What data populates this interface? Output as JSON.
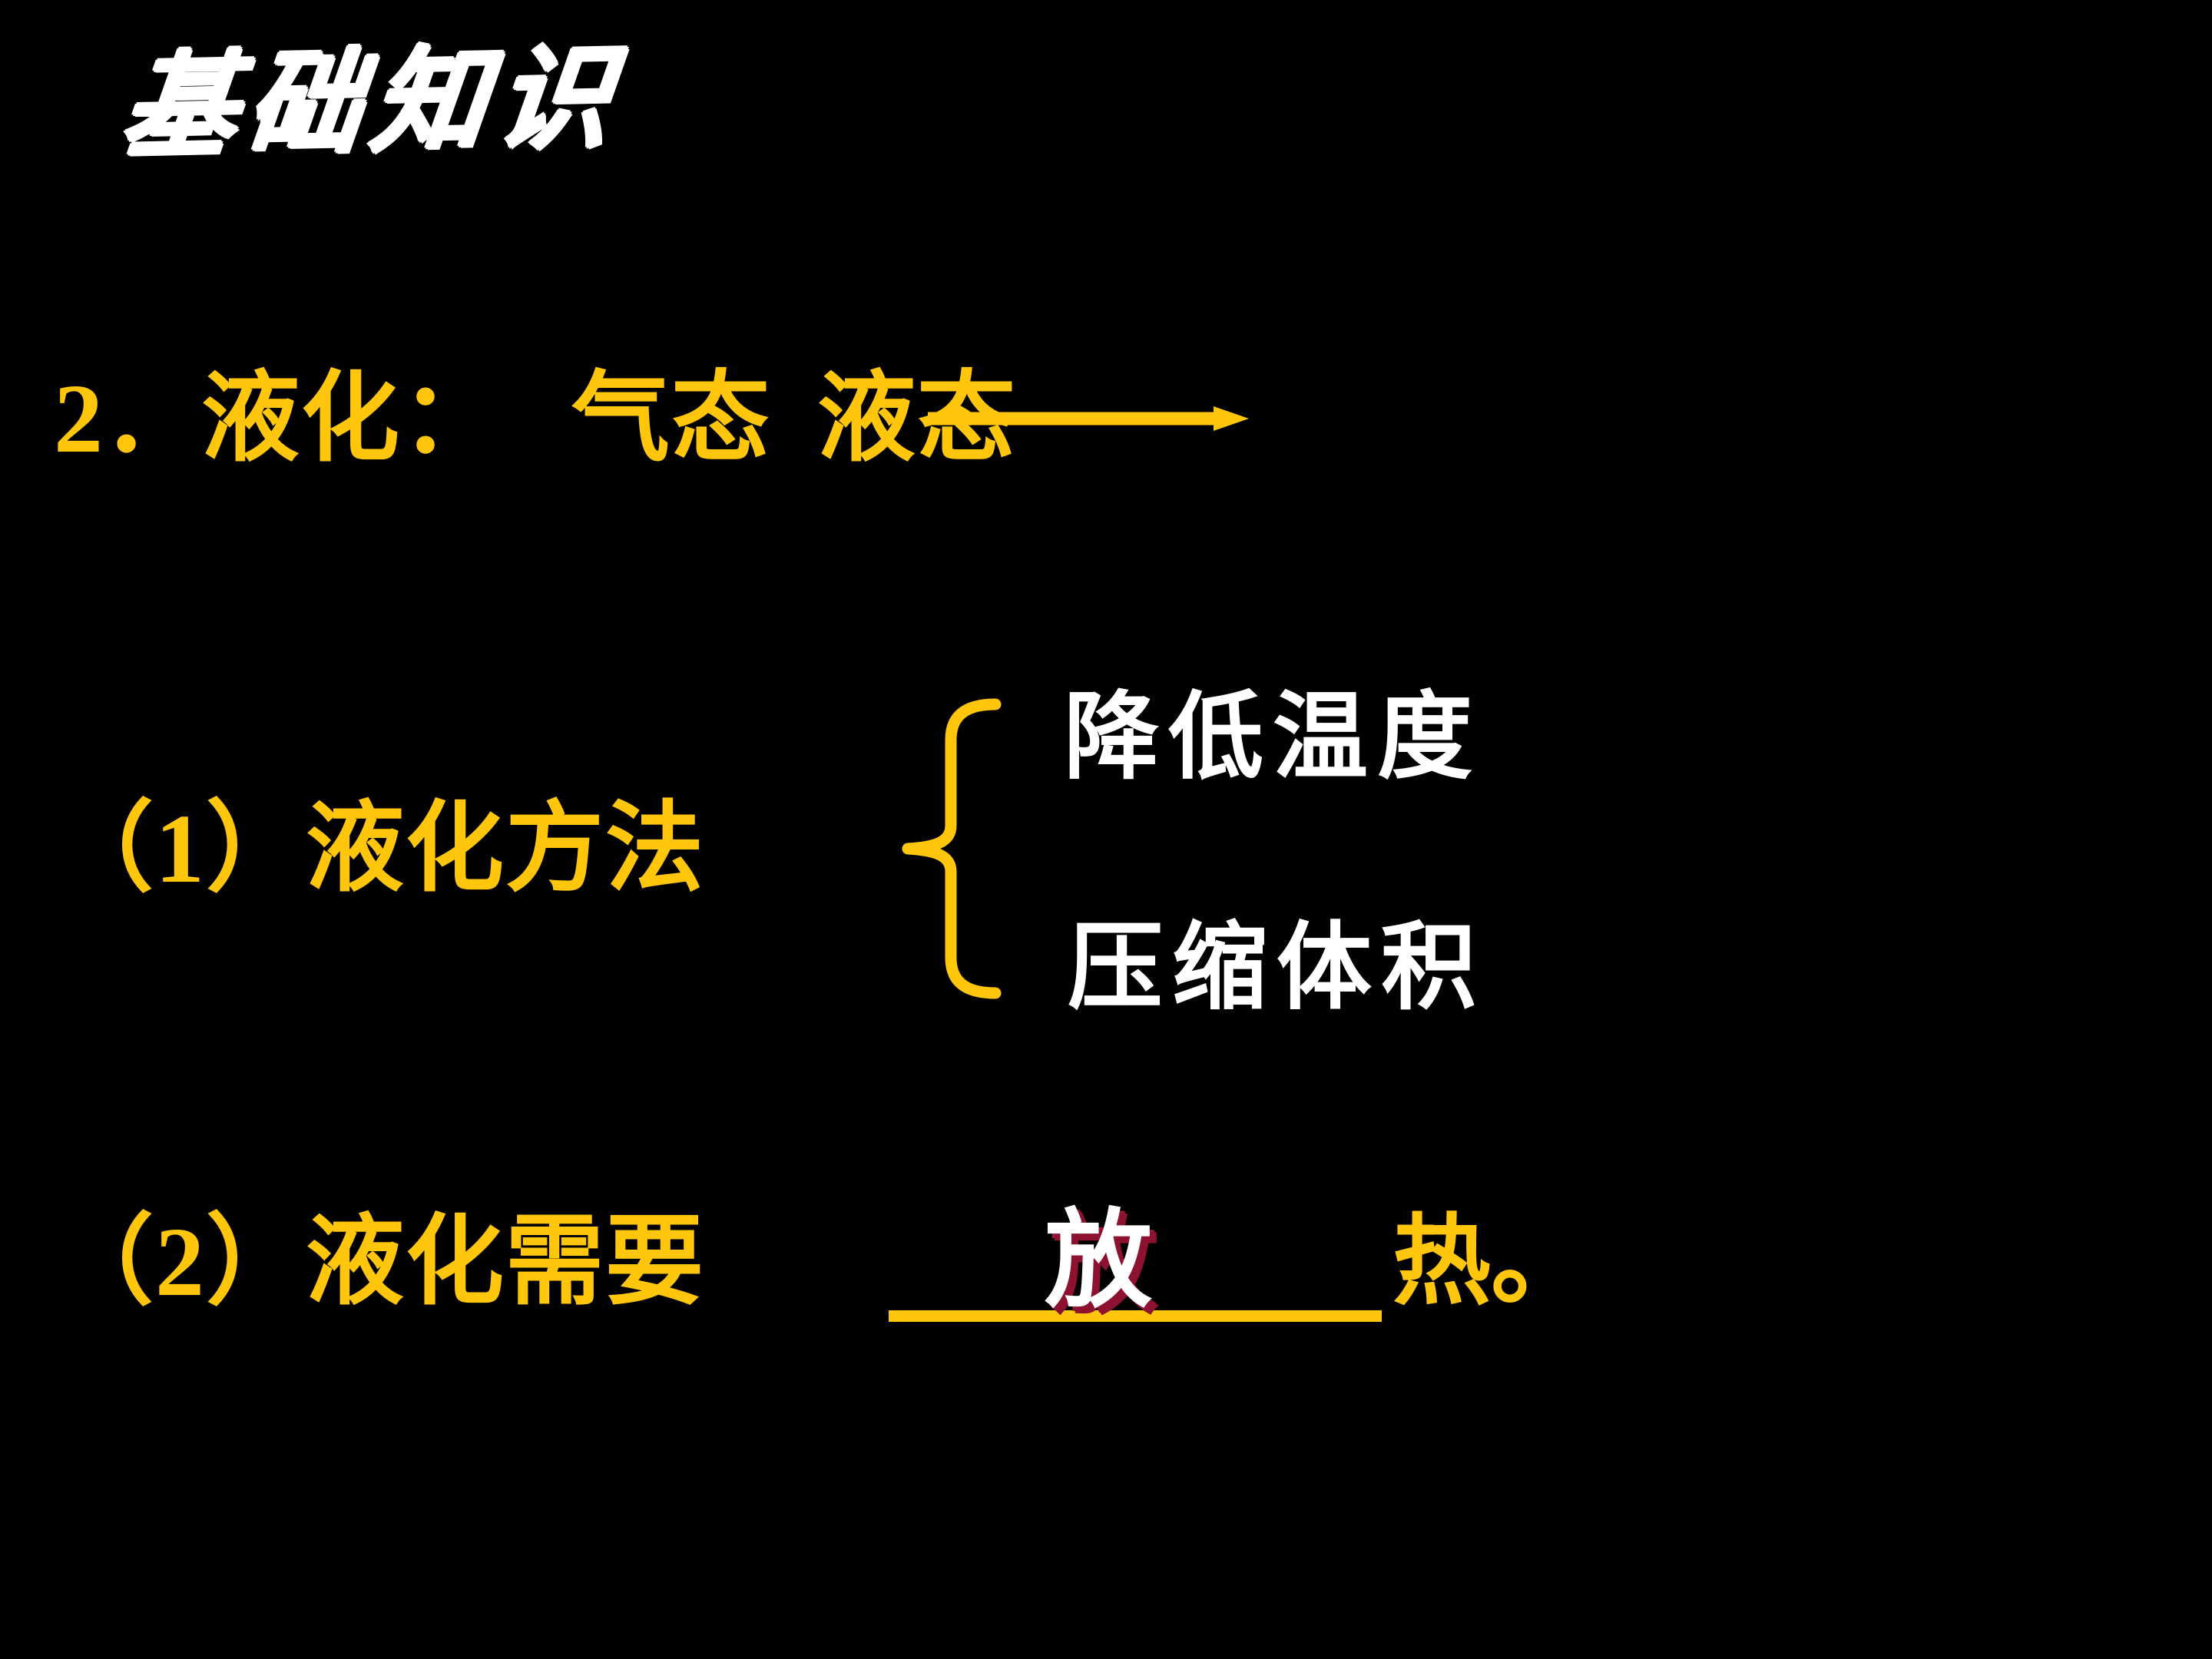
{
  "slide": {
    "background_color": "#000000",
    "accent_gold": "#FFC60B",
    "white": "#FFFFFF",
    "answer_shadow_color": "#8C1230"
  },
  "title": {
    "text": "基础知识"
  },
  "section_liquefaction": {
    "number": "2．",
    "term": "液化：",
    "from_state": "气态",
    "to_state": "液态",
    "arrow": "arrow-right-icon"
  },
  "section_methods": {
    "label": "（1）液化方法",
    "brace": "curly-brace-icon",
    "items": [
      "降低温度",
      "压缩体积"
    ]
  },
  "section_heat": {
    "label": "（2）液化需要",
    "blank_answer": "放",
    "tail": "热。"
  }
}
